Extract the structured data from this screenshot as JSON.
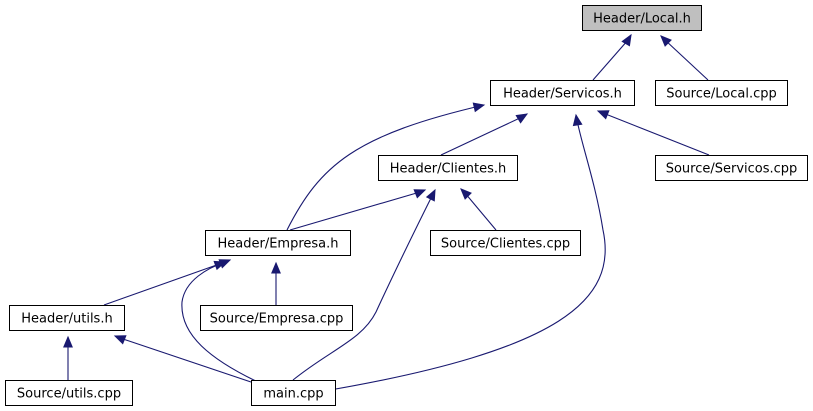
{
  "graph": {
    "colors": {
      "edge": "#191970",
      "root_fill": "#bfbfbf",
      "node_fill": "#ffffff",
      "node_border": "#000000"
    },
    "nodes": [
      {
        "id": "local_h",
        "label": "Header/Local.h",
        "root": true
      },
      {
        "id": "servicos_h",
        "label": "Header/Servicos.h"
      },
      {
        "id": "local_cpp",
        "label": "Source/Local.cpp"
      },
      {
        "id": "clientes_h",
        "label": "Header/Clientes.h"
      },
      {
        "id": "servicos_cpp",
        "label": "Source/Servicos.cpp"
      },
      {
        "id": "empresa_h",
        "label": "Header/Empresa.h"
      },
      {
        "id": "clientes_cpp",
        "label": "Source/Clientes.cpp"
      },
      {
        "id": "utils_h",
        "label": "Header/utils.h"
      },
      {
        "id": "empresa_cpp",
        "label": "Source/Empresa.cpp"
      },
      {
        "id": "utils_cpp",
        "label": "Source/utils.cpp"
      },
      {
        "id": "main_cpp",
        "label": "main.cpp"
      }
    ],
    "edges": [
      {
        "from": "servicos_h",
        "to": "local_h"
      },
      {
        "from": "local_cpp",
        "to": "local_h"
      },
      {
        "from": "clientes_h",
        "to": "servicos_h"
      },
      {
        "from": "servicos_cpp",
        "to": "servicos_h"
      },
      {
        "from": "empresa_h",
        "to": "servicos_h"
      },
      {
        "from": "main_cpp",
        "to": "servicos_h"
      },
      {
        "from": "empresa_h",
        "to": "clientes_h"
      },
      {
        "from": "clientes_cpp",
        "to": "clientes_h"
      },
      {
        "from": "main_cpp",
        "to": "clientes_h"
      },
      {
        "from": "utils_h",
        "to": "empresa_h"
      },
      {
        "from": "empresa_cpp",
        "to": "empresa_h"
      },
      {
        "from": "main_cpp",
        "to": "empresa_h"
      },
      {
        "from": "utils_cpp",
        "to": "utils_h"
      },
      {
        "from": "main_cpp",
        "to": "utils_h"
      }
    ]
  }
}
